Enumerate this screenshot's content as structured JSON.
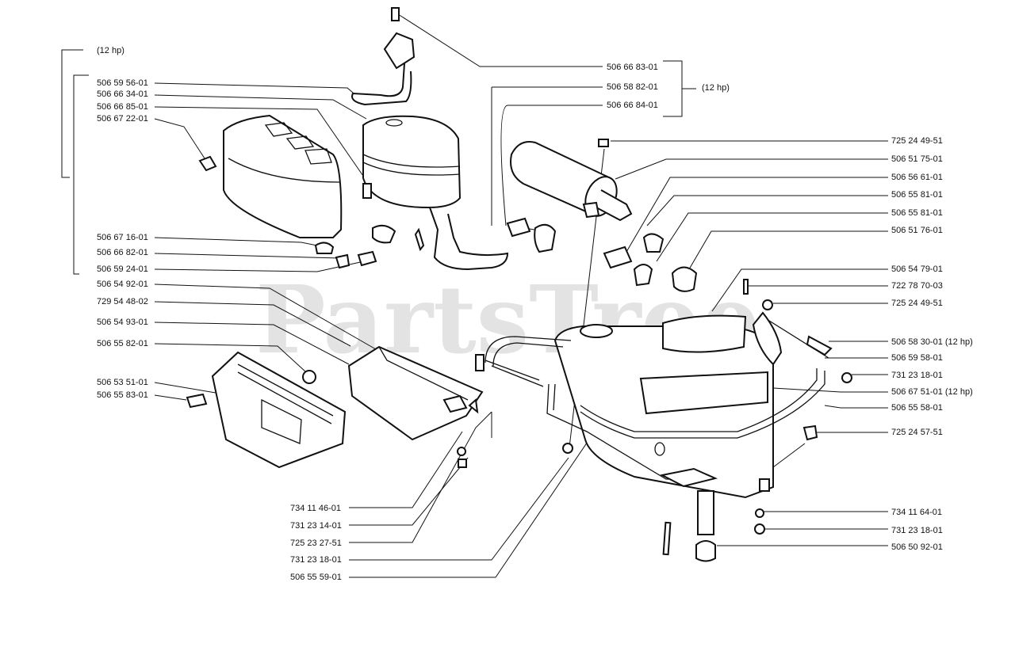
{
  "watermark": "PartsTree",
  "left_labels": {
    "hp_top": "(12 hp)",
    "l1": "506 59 56-01",
    "l2": "506 66 34-01",
    "l3": "506 66 85-01",
    "l4": "506 67 22-01",
    "l5": "506 67 16-01",
    "l6": "506 66 82-01",
    "l7": "506 59 24-01",
    "l8": "506 54 92-01",
    "l9": "729 54 48-02",
    "l10": "506 54 93-01",
    "l11": "506 55 82-01",
    "l12": "506 53 51-01",
    "l13": "506 55 83-01"
  },
  "center_labels": {
    "c1": "506 66 83-01",
    "c2": "506 58 82-01",
    "c3": "506 66 84-01",
    "hp": "(12 hp)"
  },
  "bottom_labels": {
    "b1": "734 11 46-01",
    "b2": "731 23 14-01",
    "b3": "725 23 27-51",
    "b4": "731 23 18-01",
    "b5": "506 55 59-01"
  },
  "right_labels": {
    "r1": "725 24 49-51",
    "r2": "506 51 75-01",
    "r3": "506 56 61-01",
    "r4": "506 55 81-01",
    "r5": "506 55 81-01",
    "r6": "506 51 76-01",
    "r7": "506 54 79-01",
    "r8": "722 78 70-03",
    "r9": "725 24 49-51",
    "r10": "506 58 30-01 (12 hp)",
    "r11": "506 59 58-01",
    "r12": "731 23 18-01",
    "r13": "506 67 51-01 (12 hp)",
    "r14": "506 55 58-01",
    "r15": "725 24 57-51",
    "r16": "734 11 64-01",
    "r17": "731 23 18-01",
    "r18": "506 50 92-01"
  }
}
